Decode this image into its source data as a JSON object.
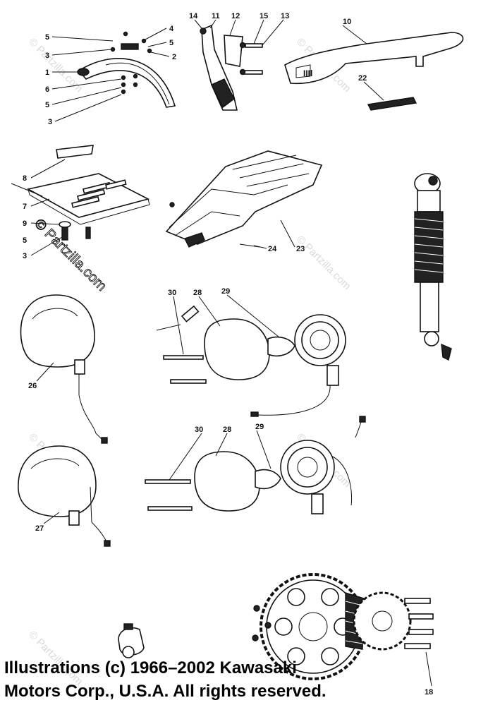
{
  "watermarks": [
    "© Partzilla.com"
  ],
  "copyright": {
    "line1": "Illustrations (c) 1966–2002 Kawasaki",
    "line2": "Motors Corp., U.S.A.  All rights reserved."
  },
  "callouts": [
    "1",
    "2",
    "3",
    "4",
    "5",
    "6",
    "7",
    "8",
    "9",
    "10",
    "11",
    "12",
    "13",
    "14",
    "15",
    "18",
    "22",
    "23",
    "24",
    "26",
    "27",
    "28",
    "29",
    "30"
  ]
}
